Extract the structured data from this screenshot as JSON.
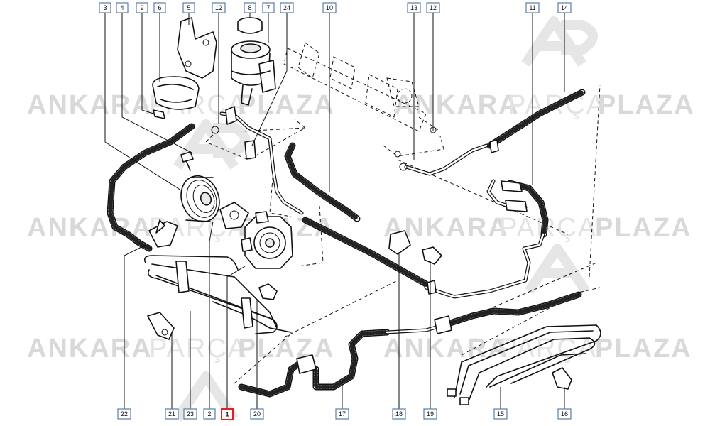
{
  "watermark": {
    "brand_left": "ANKARA",
    "brand_mid": "PARÇA",
    "brand_right": "PLAZA",
    "logo_mark": "ap-logo"
  },
  "callouts_top": [
    "3",
    "4",
    "9",
    "6",
    "5",
    "12",
    "8",
    "7",
    "24",
    "10",
    "13",
    "12",
    "11",
    "14"
  ],
  "callouts_bottom": [
    "22",
    "21",
    "23",
    "2",
    "1",
    "20",
    "17",
    "18",
    "19",
    "15",
    "16"
  ],
  "highlighted_callout": "1",
  "colors": {
    "label_border": "#5b7fa6",
    "highlight": "#e02020",
    "line": "#111111",
    "watermark": "#d9d9d9"
  }
}
